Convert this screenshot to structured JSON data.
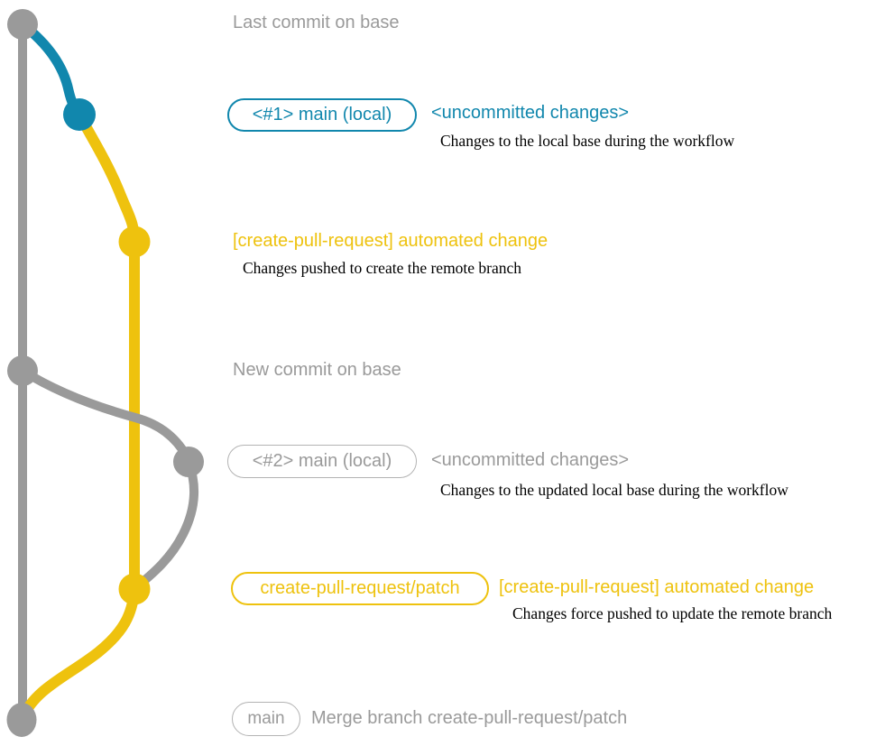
{
  "colors": {
    "gray": "#9a9a9a",
    "blue": "#1187ad",
    "yellow": "#eec20e",
    "text_black": "#000000"
  },
  "graph": {
    "commits": [
      "last-commit-on-base",
      "local-main-1-uncommitted",
      "create-pull-request-automated-commit-1",
      "new-commit-on-base",
      "local-main-2-uncommitted",
      "create-pull-request-automated-commit-2",
      "merge-commit-on-main"
    ]
  },
  "rows": {
    "last_commit": {
      "label": "Last commit on base"
    },
    "row1": {
      "branch_label": "<#1> main (local)",
      "status": "<uncommitted changes>",
      "description": "Changes to the local base during the workflow"
    },
    "row2": {
      "title": "[create-pull-request] automated change",
      "description": "Changes pushed to create the remote branch"
    },
    "new_commit": {
      "label": "New commit on base"
    },
    "row3": {
      "branch_label": "<#2> main (local)",
      "status": "<uncommitted changes>",
      "description": "Changes to the updated local base during the workflow"
    },
    "row4": {
      "branch_label": "create-pull-request/patch",
      "title": "[create-pull-request] automated change",
      "description": "Changes force pushed to update the remote branch"
    },
    "row5": {
      "branch_label": "main",
      "message": "Merge branch create-pull-request/patch"
    }
  }
}
